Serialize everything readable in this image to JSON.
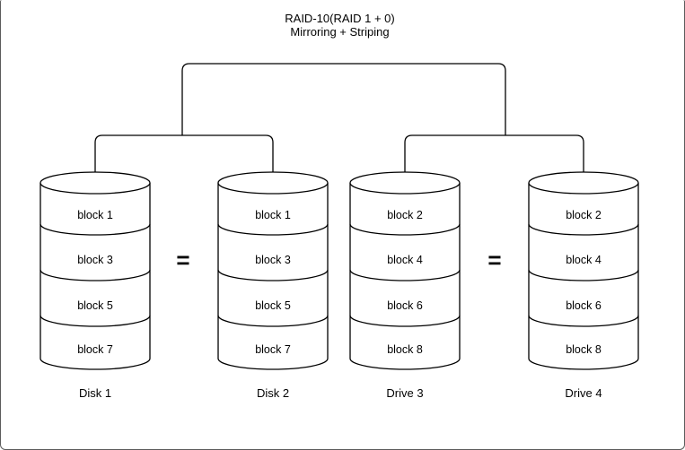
{
  "title": {
    "line1": "RAID-10(RAID 1 + 0)",
    "line2": "Mirroring + Striping"
  },
  "disks": [
    {
      "name": "Disk 1",
      "blocks": [
        "block 1",
        "block 3",
        "block 5",
        "block 7"
      ]
    },
    {
      "name": "Disk 2",
      "blocks": [
        "block 1",
        "block 3",
        "block 5",
        "block 7"
      ]
    },
    {
      "name": "Drive 3",
      "blocks": [
        "block 2",
        "block 4",
        "block 6",
        "block 8"
      ]
    },
    {
      "name": "Drive 4",
      "blocks": [
        "block 2",
        "block 4",
        "block 6",
        "block 8"
      ]
    }
  ],
  "equals_sign": "=",
  "colors": {
    "stroke": "#000000",
    "background": "#ffffff",
    "frame_border": "#5c5c5c"
  }
}
